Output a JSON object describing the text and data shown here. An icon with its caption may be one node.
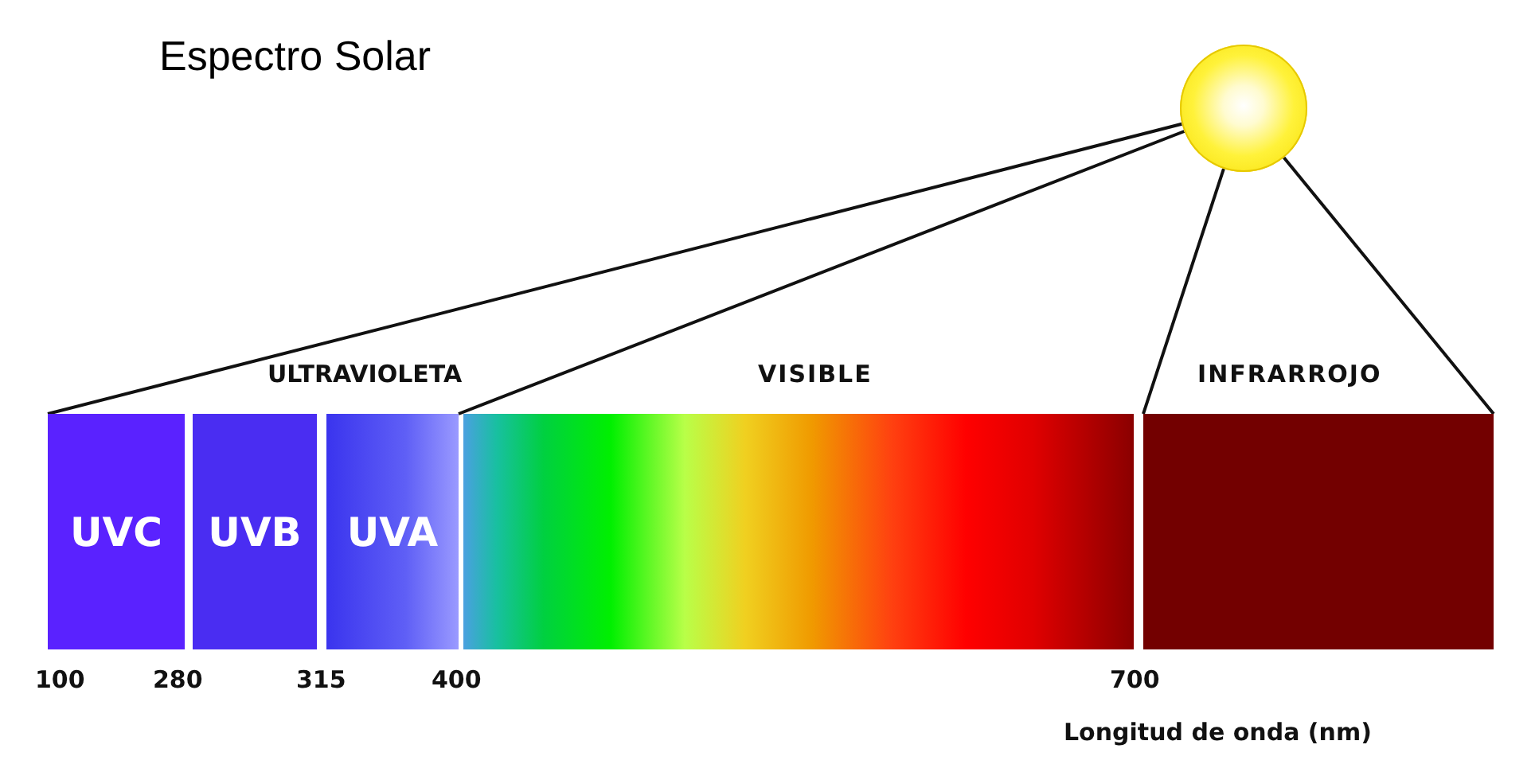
{
  "diagram": {
    "title": "Espectro Solar",
    "nodes": [
      {
        "text": [],
        "shape": "circle"
      },
      {
        "text": [
          "ULTRAVIOLETA"
        ]
      },
      {
        "text": [
          "UVC"
        ],
        "in": 1
      },
      {
        "text": [
          "UVB"
        ],
        "in": 1
      },
      {
        "text": [
          "UVA"
        ],
        "in": 1
      },
      {
        "text": [
          "VISIBLE"
        ]
      },
      {
        "text": [
          "INFRARROJO"
        ]
      }
    ],
    "edges": [
      {
        "from": 0,
        "to": 1,
        "arrow": "none"
      },
      {
        "from": 0,
        "to": 1,
        "arrow": "none"
      },
      {
        "from": 0,
        "to": 6,
        "arrow": "none"
      },
      {
        "from": 0,
        "to": 6,
        "arrow": "none"
      }
    ],
    "labels": [
      "100",
      "280",
      "315",
      "400",
      "700",
      "Longitud de onda (nm)"
    ]
  }
}
